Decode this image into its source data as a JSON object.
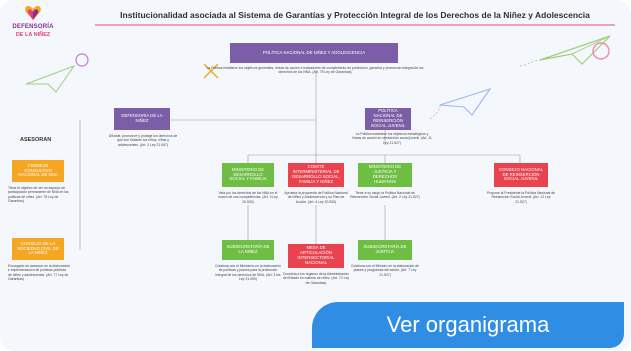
{
  "header": {
    "logo_line1": "DEFENSORÍA",
    "logo_line2": "DE LA NIÑEZ",
    "title": "Institucionalidad asociada al Sistema de Garantías y Protección Integral de los Derechos de la Niñez y Adolescencia"
  },
  "colors": {
    "purple": "#7b5ea7",
    "green": "#6fbe44",
    "red": "#e8434f",
    "orange": "#f5a623",
    "cta": "#2f8de4"
  },
  "sections": {
    "asesoran": "ASESORAN"
  },
  "nodes": {
    "politica": "POLÍTICA NACIONAL DE NIÑEZ Y ADOLESCENCIA",
    "defensoria": "DEFENSORÍA DE LA NIÑEZ",
    "subsecretaria_izq": "CONSEJO CONSULTIVO NACIONAL DE NNA",
    "consejo_sociedad": "CONSEJO DE LA SOCIEDAD CIVIL DE LA NIÑEZ",
    "ministerio_desarrollo": "MINISTERIO DE DESARROLLO SOCIAL Y FAMILIA",
    "comite": "COMITÉ INTERMINISTERIAL DE DESARROLLO SOCIAL, FAMILIA Y NIÑEZ",
    "ministerio_justicia": "MINISTERIO DE JUSTICIA Y DERECHOS HUMANOS",
    "politica_reinsercion": "POLÍTICA NACIONAL DE REINSERCIÓN SOCIAL JUVENIL",
    "consejo_reinsercion": "CONSEJO NACIONAL DE REINSERCIÓN SOCIAL JUVENIL",
    "subsecretaria_ninez": "SUBSECRETARÍA DE LA NIÑEZ",
    "mesa": "MESA DE ARTICULACIÓN INTERSECTORIAL NACIONAL",
    "subsecretaria_justicia": "SUBSECRETARÍA DE JUSTICIA"
  },
  "notes": {
    "politica": "La Política establece los objetivos generales, líneas de acción e indicadores de cumplimiento de protección, garantía y promoción integral de los derechos de los NNA. (Art. 79 Ley de Garantías)",
    "defensoria": "Difunde, promueve y protege los derechos de que son titulares los niños, niñas y adolescentes. (Art. 2 Ley 21.067)",
    "consultivo": "Tiene el objetivo de ser un espacio de participación permanente de NNA en las políticas de niñez. (Art. 78 Ley de Garantías)",
    "sociedad": "Encargado de asesorar en la elaboración e implementación de políticas públicas de niñez y adolescencia. (Art. 77 Ley de Garantías)",
    "desarrollo": "Vela por los derechos de los NNA en el marco de sus competencias. (Art. 3 Ley 20.530)",
    "comite": "Aprueba la propuesta de Política Nacional de Niñez y Adolescencia y su Plan de Acción. (Art. 6 Ley 20.530)",
    "justicia": "Tiene a su cargo la Política Nacional de Reinserción Social Juvenil. (Art. 2 Ley 21.527)",
    "reinsercion": "La Política establece los objetivos estratégicos y líneas de acción en reinserción social juvenil. (Art. 11 Ley 21.527)",
    "consejo_reinsercion": "Propone al Presidente la Política Nacional de Reinserción Social Juvenil. (Art. 12 Ley 21.527)",
    "subsecretaria_ninez": "Colabora con el Ministerio en la elaboración de políticas y planes para la protección integral de los derechos de NNA. (Art. 3 bis Ley 21.090)",
    "mesa": "Coordina a los órganos de la Administración del Estado en materia de niñez. (Art. 72 Ley de Garantías)",
    "subsecretaria_justicia": "Colabora con el Ministro en la elaboración de planes y programas del sector. (Art. 7 Ley 21.527)"
  },
  "cta": {
    "label": "Ver organigrama"
  }
}
